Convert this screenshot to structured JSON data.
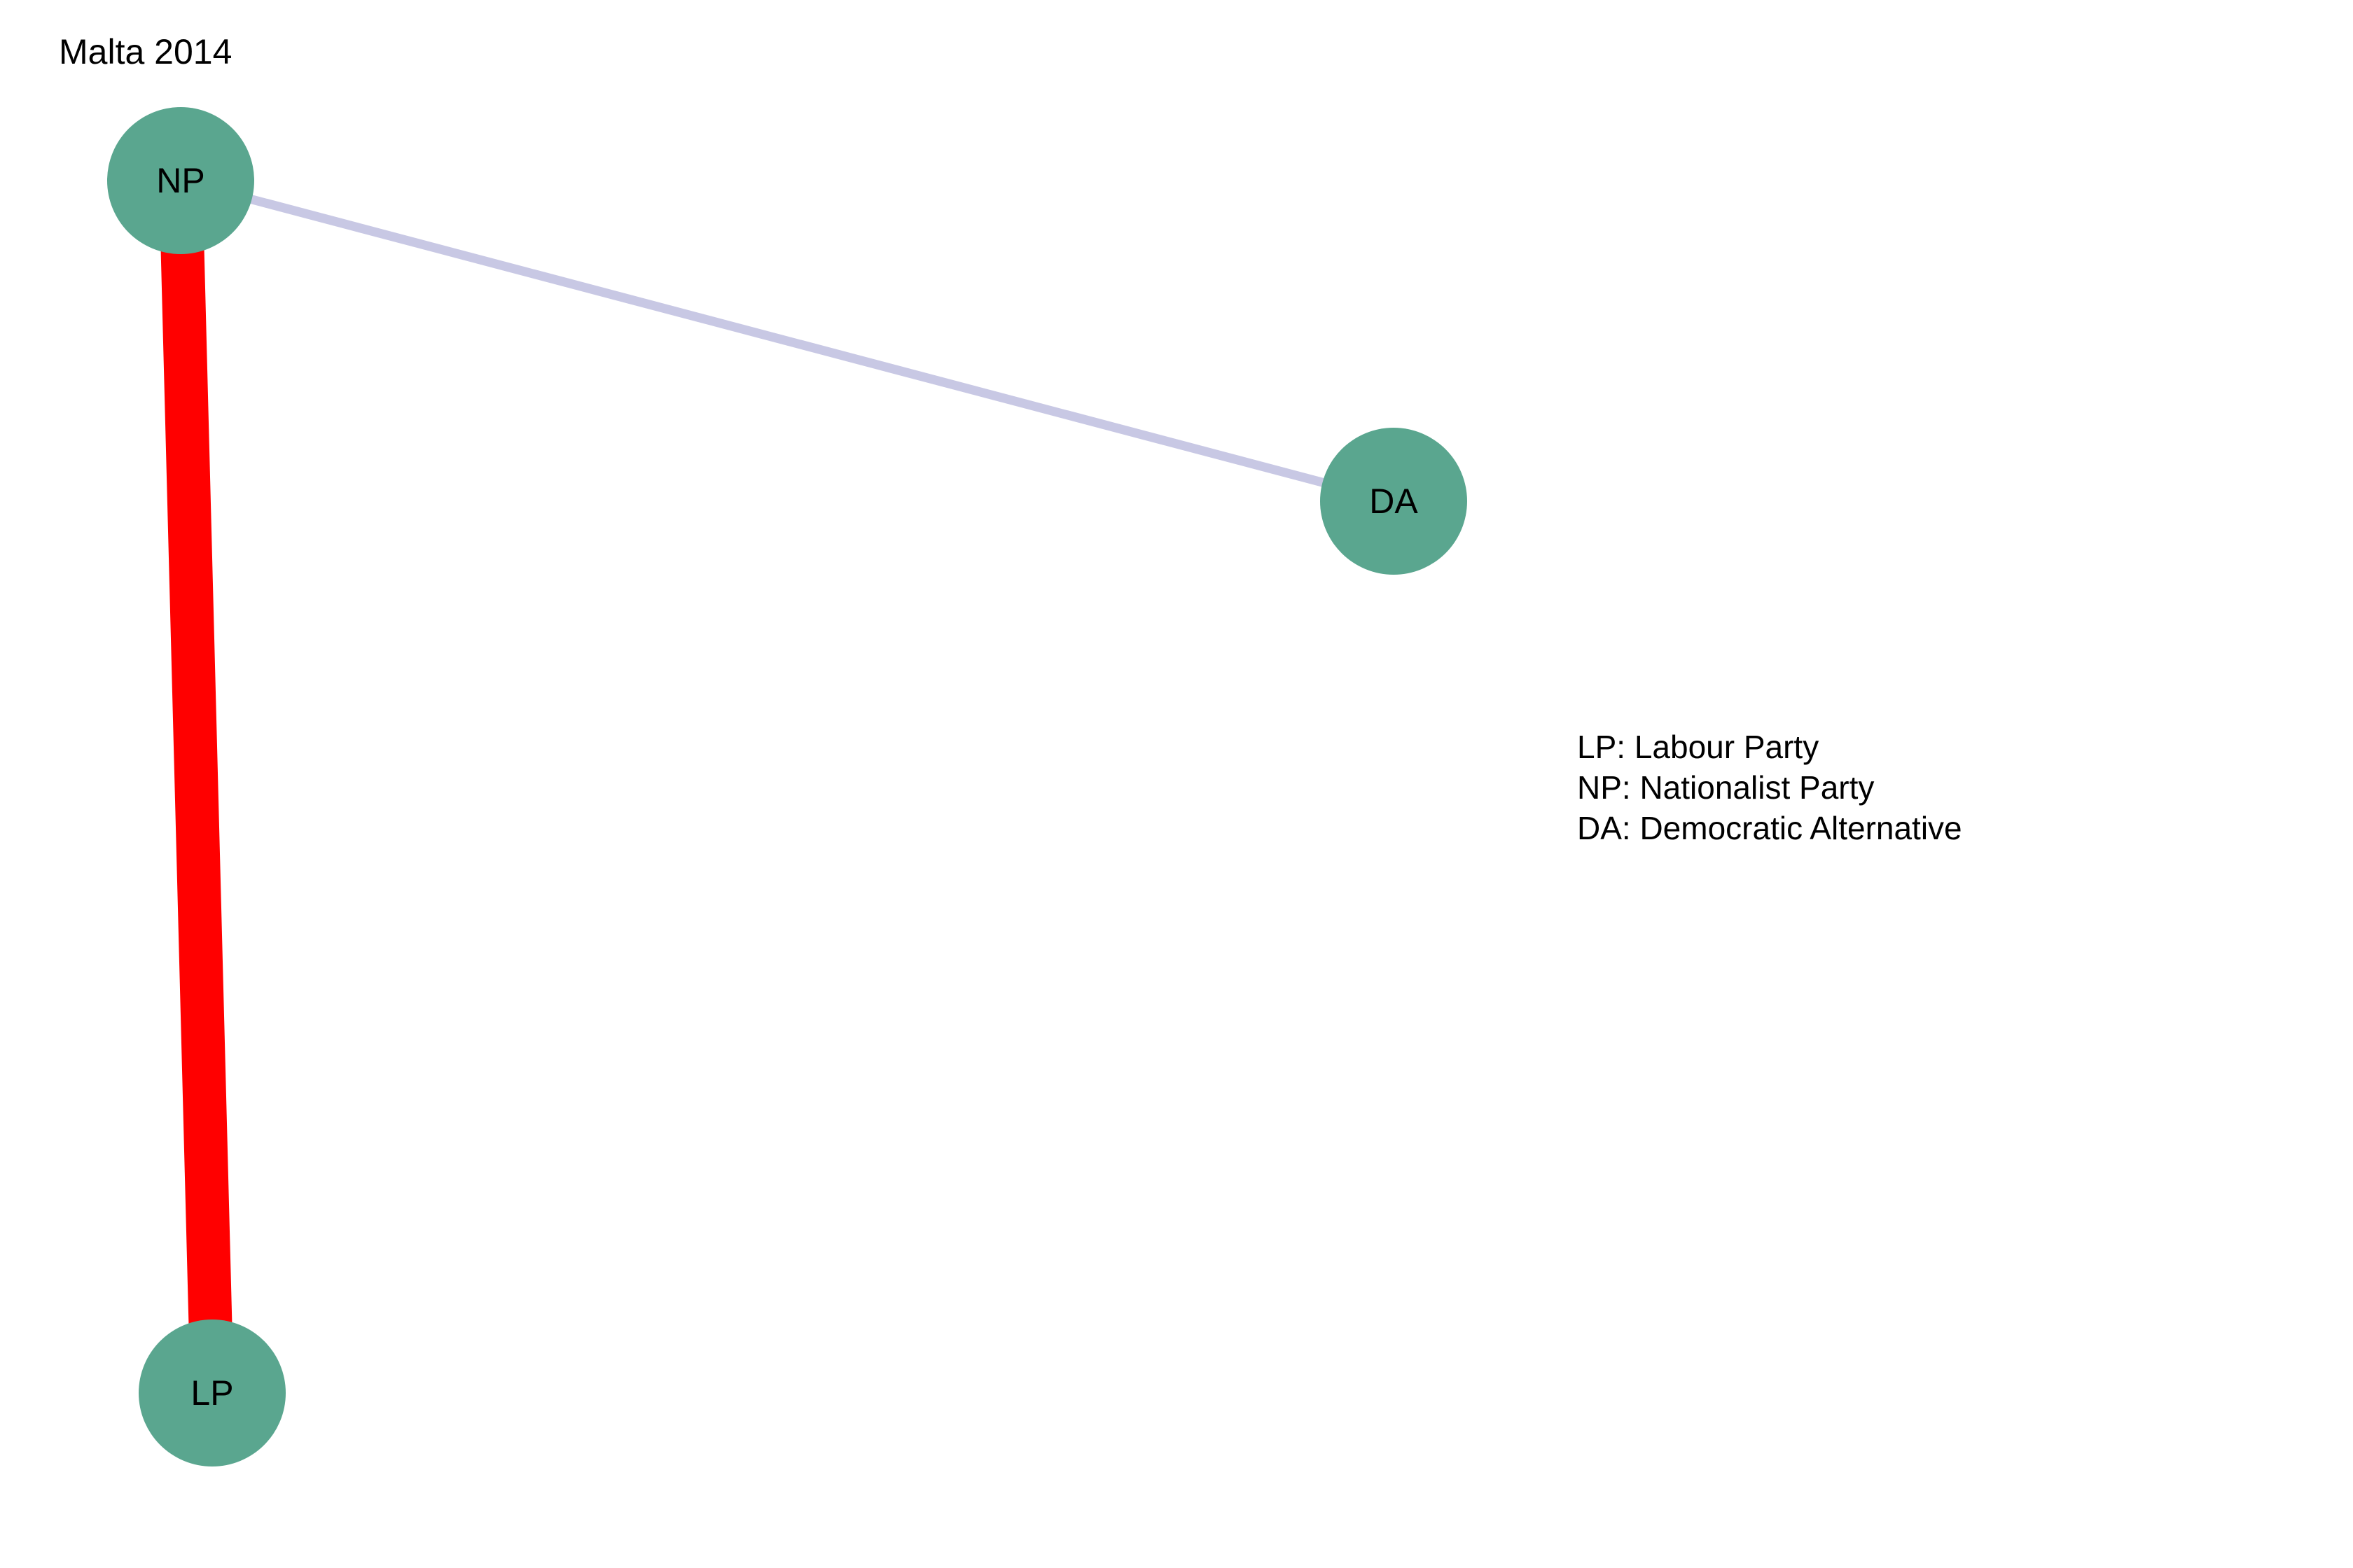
{
  "title": "Malta 2014",
  "colors": {
    "node_fill": "#5aa68f",
    "strong_edge": "#ff0000",
    "weak_edge": "#c8c8e4"
  },
  "nodes": [
    {
      "id": "NP",
      "label": "NP"
    },
    {
      "id": "DA",
      "label": "DA"
    },
    {
      "id": "LP",
      "label": "LP"
    }
  ],
  "edges": [
    {
      "source": "NP",
      "target": "LP",
      "weight": "strong",
      "color": "#ff0000"
    },
    {
      "source": "NP",
      "target": "DA",
      "weight": "weak",
      "color": "#c8c8e4"
    }
  ],
  "legend": [
    "LP: Labour Party",
    "NP: Nationalist Party",
    "DA: Democratic Alternative"
  ]
}
